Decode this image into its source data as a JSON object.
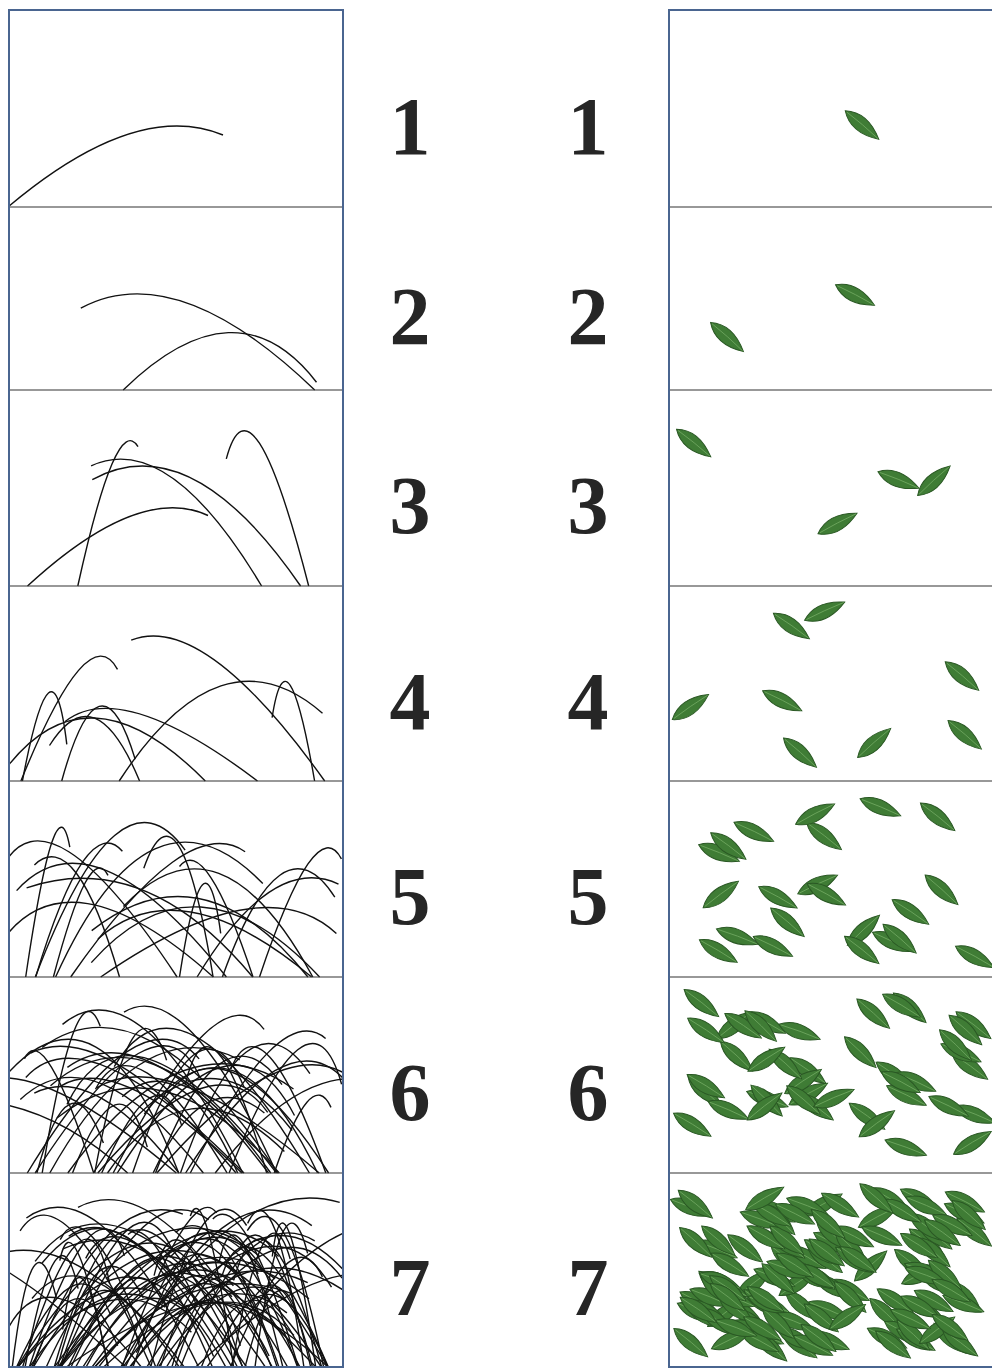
{
  "diagram": {
    "labels": [
      "1",
      "1",
      "2",
      "2",
      "3",
      "3",
      "4",
      "4",
      "5",
      "5",
      "6",
      "6",
      "7",
      "7"
    ]
  }
}
